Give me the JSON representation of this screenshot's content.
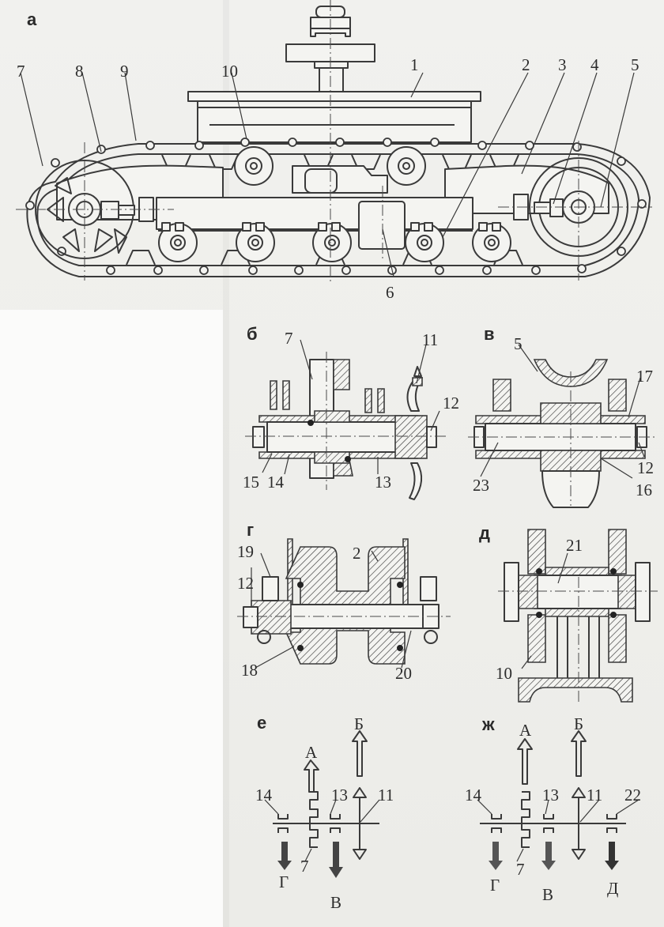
{
  "figure": {
    "description": "Crawler undercarriage assembly: side view and cross-sections with kinematic schemes",
    "panels": [
      {
        "id": "a",
        "label": "а",
        "content": "side view of crawler track assembly"
      },
      {
        "id": "b",
        "label": "б",
        "content": "cross-section of drive sprocket unit"
      },
      {
        "id": "v",
        "label": "в",
        "content": "cross-section of idler wheel unit"
      },
      {
        "id": "g",
        "label": "г",
        "content": "cross-section of track roller"
      },
      {
        "id": "d",
        "label": "д",
        "content": "cross-section of carrier roller"
      },
      {
        "id": "e",
        "label": "е",
        "content": "kinematic scheme"
      },
      {
        "id": "zh",
        "label": "ж",
        "content": "kinematic scheme"
      }
    ]
  },
  "panel_a": {
    "callouts": [
      "1",
      "2",
      "3",
      "4",
      "5",
      "6",
      "7",
      "8",
      "9",
      "10"
    ]
  },
  "panel_b": {
    "callouts": [
      "7",
      "11",
      "12",
      "13",
      "14",
      "15"
    ]
  },
  "panel_v": {
    "callouts": [
      "5",
      "17",
      "12",
      "23",
      "16"
    ]
  },
  "panel_g": {
    "callouts": [
      "2",
      "19",
      "12",
      "18",
      "20"
    ]
  },
  "panel_d": {
    "callouts": [
      "21",
      "10"
    ]
  },
  "panel_e": {
    "part_labels": [
      "14",
      "13",
      "11",
      "7"
    ],
    "arrows_up": [
      {
        "label": "А",
        "style": "hollow"
      },
      {
        "label": "Б",
        "style": "hollow"
      }
    ],
    "arrows_down": [
      {
        "label": "Г",
        "style": "filled"
      },
      {
        "label": "В",
        "style": "filled"
      }
    ]
  },
  "panel_zh": {
    "part_labels": [
      "14",
      "13",
      "11",
      "22",
      "7"
    ],
    "arrows_up": [
      {
        "label": "А",
        "style": "hollow"
      },
      {
        "label": "Б",
        "style": "hollow"
      }
    ],
    "arrows_down": [
      {
        "label": "Г",
        "style": "filled"
      },
      {
        "label": "В",
        "style": "filled"
      },
      {
        "label": "Д",
        "style": "filled"
      }
    ]
  },
  "colors": {
    "ink": "#3a3a3a",
    "paper": "#efefec",
    "arrow_fill": "#444444"
  }
}
